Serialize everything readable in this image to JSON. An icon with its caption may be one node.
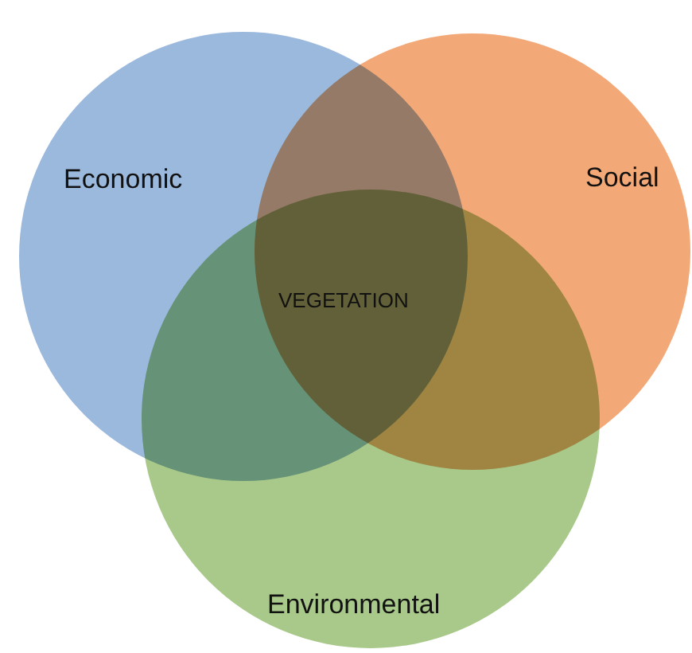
{
  "diagram": {
    "nodes": [
      {
        "text": [
          "Economic"
        ]
      },
      {
        "text": [
          "Social"
        ]
      },
      {
        "text": [
          "Environmental"
        ]
      }
    ],
    "labels": [
      "VEGETATION"
    ]
  }
}
